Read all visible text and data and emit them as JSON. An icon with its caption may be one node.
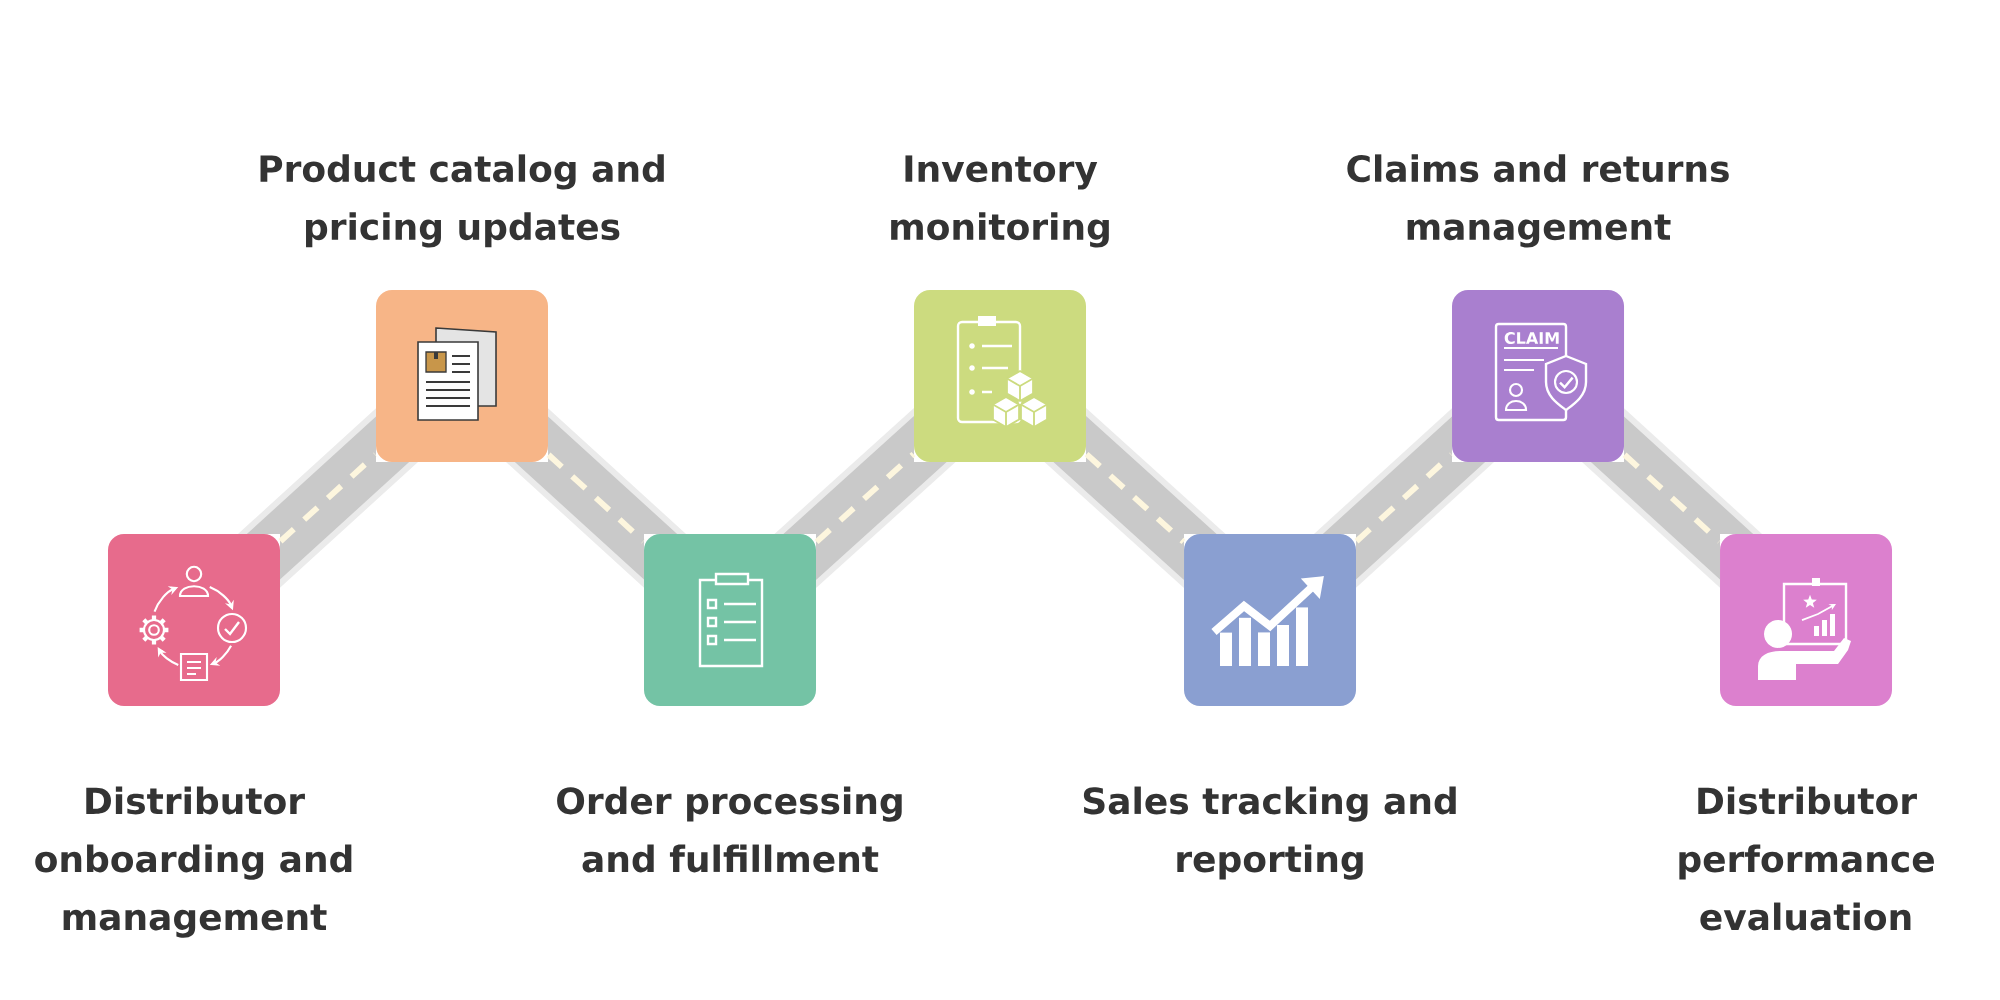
{
  "diagram": {
    "nodes": [
      {
        "text": [
          "Distributor onboarding and management"
        ]
      },
      {
        "text": [
          "Product catalog and pricing updates"
        ]
      },
      {
        "text": [
          "Order processing and fulfillment"
        ]
      },
      {
        "text": [
          "Inventory monitoring"
        ]
      },
      {
        "text": [
          "Sales tracking and reporting"
        ]
      },
      {
        "text": [
          "Claims and returns management"
        ]
      },
      {
        "text": [
          "Distributor performance evaluation"
        ]
      }
    ],
    "edges": [
      {
        "from": 0,
        "to": 1,
        "arrow": "none"
      },
      {
        "from": 1,
        "to": 2,
        "arrow": "none"
      },
      {
        "from": 2,
        "to": 3,
        "arrow": "none"
      },
      {
        "from": 3,
        "to": 4,
        "arrow": "none"
      },
      {
        "from": 4,
        "to": 5,
        "arrow": "none"
      },
      {
        "from": 5,
        "to": 6,
        "arrow": "none"
      }
    ],
    "labels": [
      "CLAIM"
    ]
  }
}
